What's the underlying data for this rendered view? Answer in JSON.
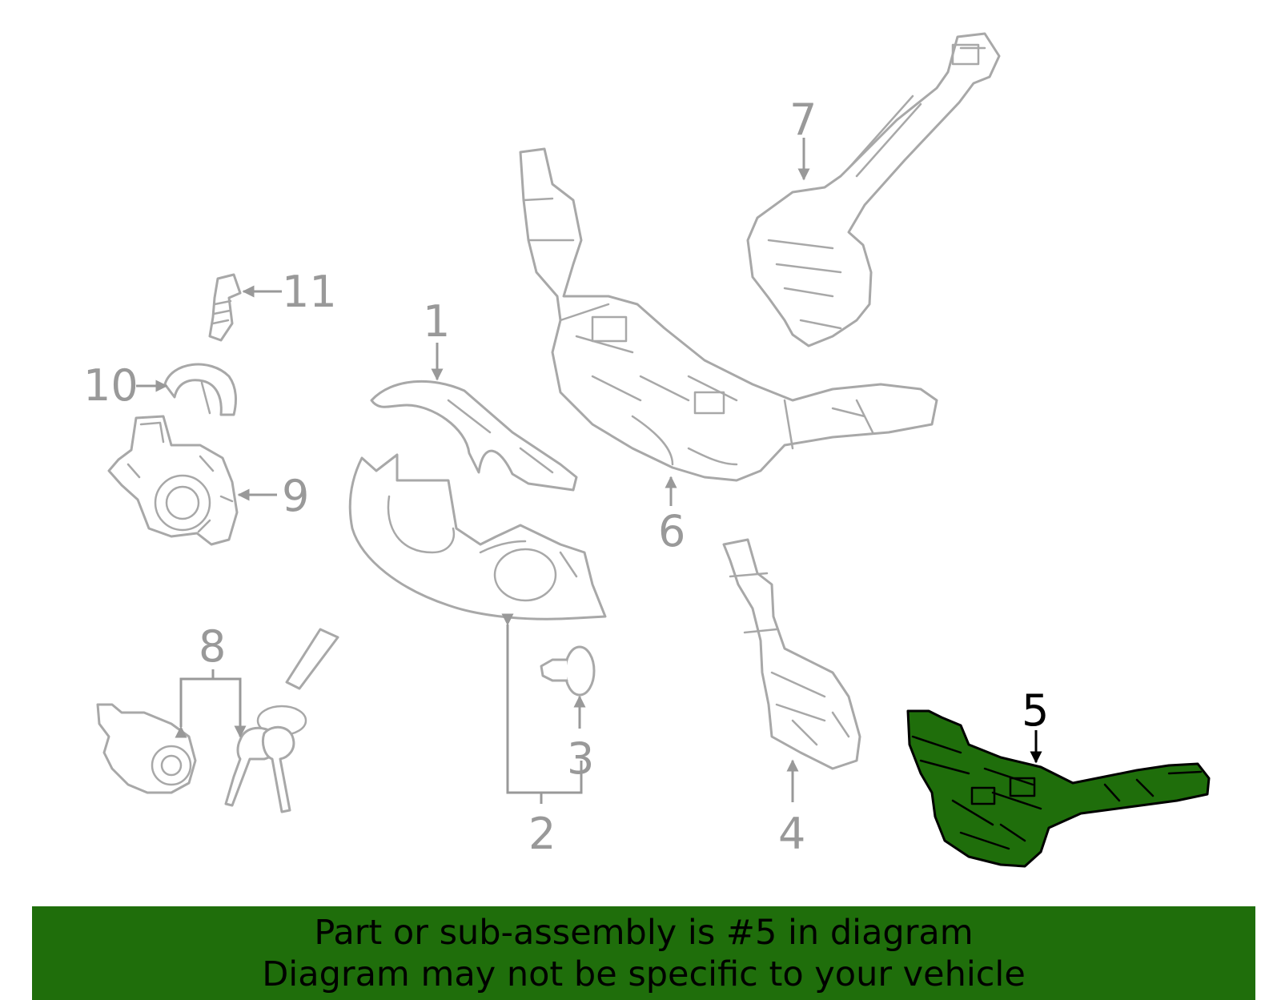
{
  "callouts": {
    "c1": "1",
    "c2": "2",
    "c3": "3",
    "c4": "4",
    "c5": "5",
    "c6": "6",
    "c7": "7",
    "c8": "8",
    "c9": "9",
    "c10": "10",
    "c11": "11"
  },
  "highlighted_part": "5",
  "colors": {
    "highlight": "#1f6e0b",
    "parts_outline": "#a8a8a8",
    "callout_text": "#999999"
  },
  "banner": {
    "line1": "Part or sub-assembly is #5 in diagram",
    "line2": "Diagram may not be specific to your vehicle"
  }
}
